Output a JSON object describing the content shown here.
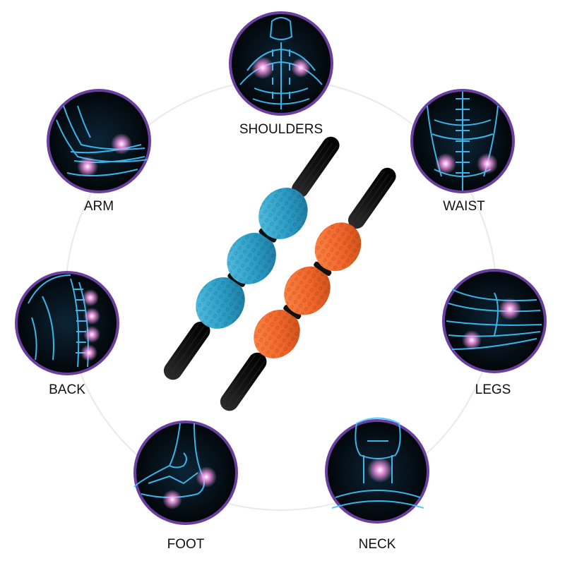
{
  "zones": [
    {
      "id": "shoulders",
      "label": "SHOULDERS",
      "icon": "shoulders-xray-icon"
    },
    {
      "id": "arm",
      "label": "ARM",
      "icon": "arm-xray-icon"
    },
    {
      "id": "waist",
      "label": "WAIST",
      "icon": "waist-xray-icon"
    },
    {
      "id": "back",
      "label": "BACK",
      "icon": "back-xray-icon"
    },
    {
      "id": "legs",
      "label": "LEGS",
      "icon": "legs-xray-icon"
    },
    {
      "id": "foot",
      "label": "FOOT",
      "icon": "foot-xray-icon"
    },
    {
      "id": "neck",
      "label": "NECK",
      "icon": "neck-xray-icon"
    }
  ],
  "products": [
    {
      "name": "massage-roller-stick",
      "color": "#2fa6cf"
    },
    {
      "name": "massage-roller-stick",
      "color": "#f2662a"
    }
  ],
  "colors": {
    "ring_border": "#6a3fa0",
    "xray_blue": "#3fc6ff",
    "glow_pink": "#ff9ef0",
    "handle": "#161616"
  }
}
